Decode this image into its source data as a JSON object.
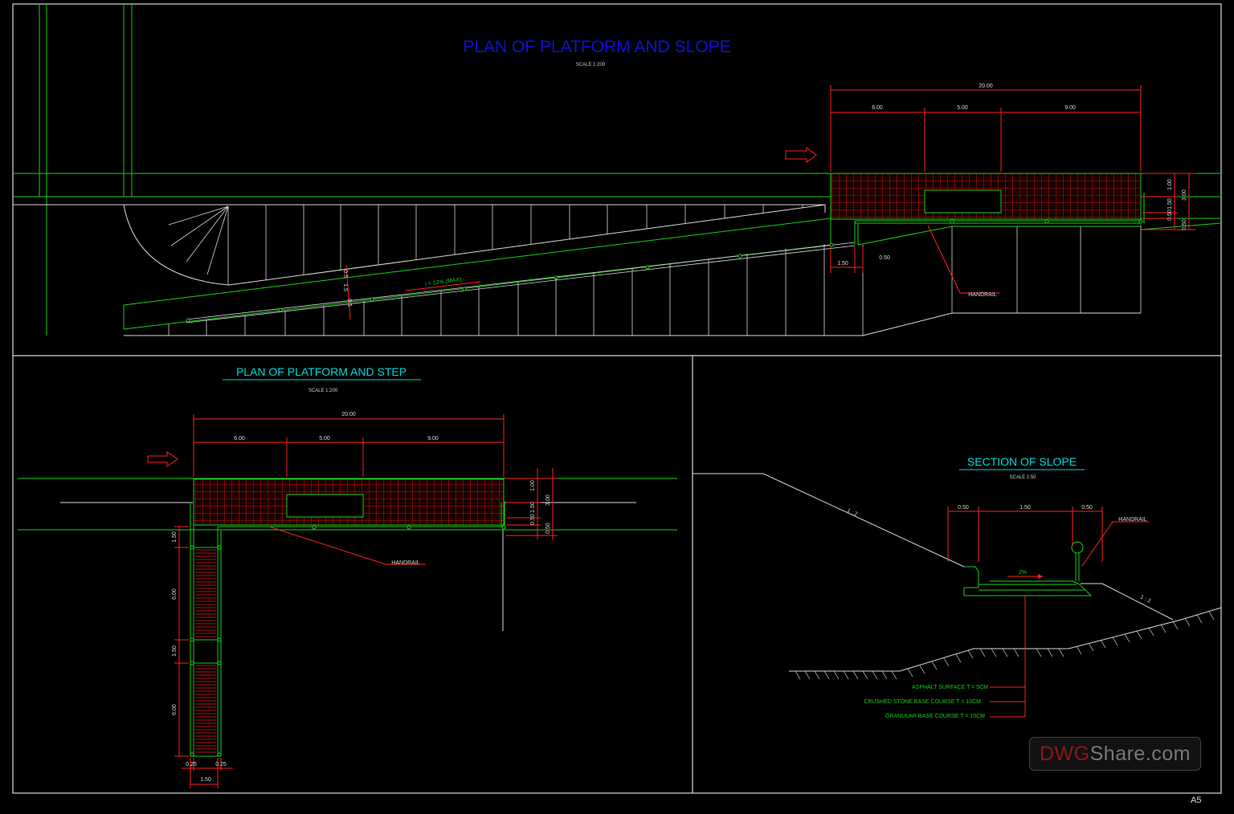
{
  "titles": {
    "plan_slope": "PLAN OF PLATFORM AND SLOPE",
    "plan_slope_scale": "SCALE 1:200",
    "plan_step": "PLAN OF PLATFORM AND STEP",
    "plan_step_scale": "SCALE 1:200",
    "section": "SECTION OF SLOPE",
    "section_scale": "SCALE 1:50"
  },
  "plan_slope": {
    "dim_total": "20.00",
    "dim_a": "6.00",
    "dim_b": "5.00",
    "dim_c": "9.00",
    "dim_r1": "1.00",
    "dim_r2": "1.50",
    "dim_r3": "0.50",
    "dim_r4": "0.50",
    "dim_rtotal": "3.00",
    "dim_bottom_left": "1.50",
    "dim_bottom_right": "0.50",
    "slope_label": "i = 12% (MAX)",
    "width_a": "0.5",
    "width_b": "1.5",
    "width_c": "0.5",
    "handrail": "HANDRAIL"
  },
  "plan_step": {
    "dim_total": "20.00",
    "dim_a": "6.00",
    "dim_b": "5.00",
    "dim_c": "9.00",
    "dim_r1": "1.00",
    "dim_r2": "1.50",
    "dim_r3": "0.50",
    "dim_r4": "0.50",
    "dim_rtotal": "3.00",
    "stair_1": "1.50",
    "stair_2": "6.00",
    "stair_3": "1.50",
    "stair_4": "6.00",
    "bottom_a": "0.25",
    "bottom_b": "0.25",
    "bottom_total": "1.50",
    "handrail": "HANDRAIL"
  },
  "section": {
    "dim_a": "0.50",
    "dim_b": "1.50",
    "dim_c": "0.50",
    "slope_left": "1 : 2",
    "slope_right": "1 : 2",
    "crossfall": "2%",
    "handrail": "HANDRAIL",
    "layer_1": "ASPHALT SURFACE  T = 5CM",
    "layer_2": "CRUSHED STONE BASE COURSE  T = 10CM",
    "layer_3": "GRANULAR BASE COURSE  T = 15CM"
  },
  "logo": {
    "part1": "DWG",
    "part2": "Share.com"
  },
  "sheet_number": "A5",
  "colors": {
    "title_blue": "#1010d8",
    "title_cyan": "#00d7d7",
    "dim_red": "#ff2020",
    "line_green": "#18d018",
    "line_white": "#d8d8d8"
  }
}
